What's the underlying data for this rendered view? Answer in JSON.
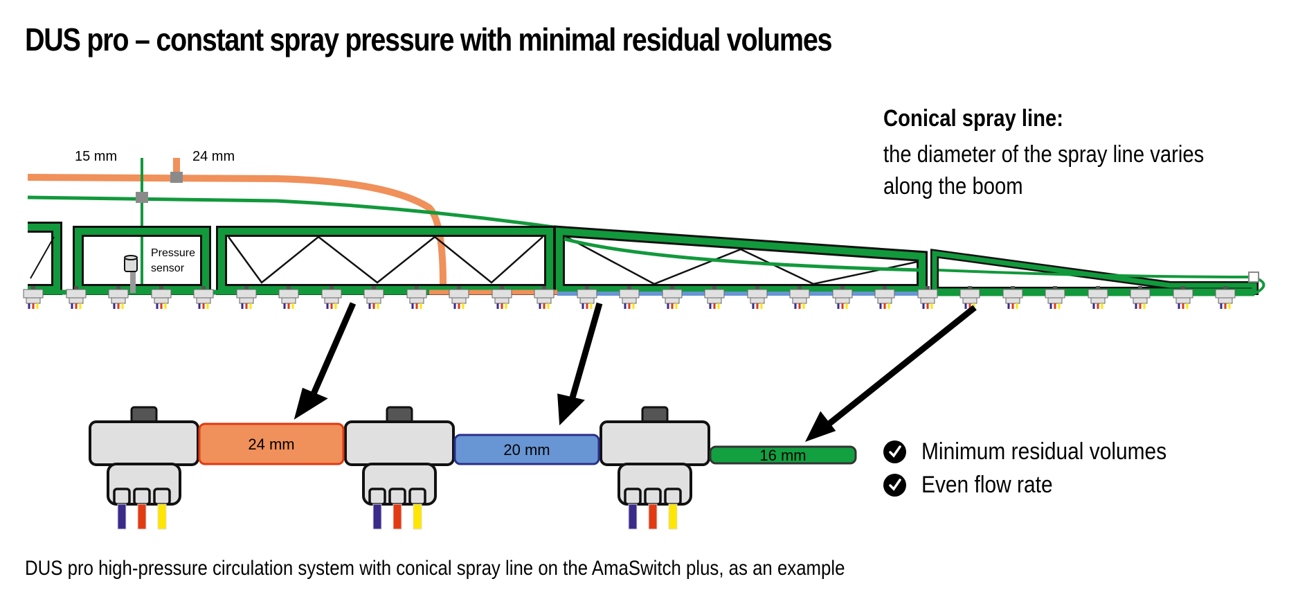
{
  "title": "DUS pro – constant spray pressure with minimal residual volumes",
  "caption": "DUS pro high-pressure circulation system with conical spray line on the AmaSwitch plus, as an example",
  "conical_note": {
    "heading": "Conical spray line:",
    "body": "the diameter of the spray line varies along the boom"
  },
  "labels": {
    "supply_line_left": "15 mm",
    "supply_line_right": "24 mm",
    "pressure_sensor": [
      "Pressure",
      "sensor"
    ]
  },
  "pipe_segments": [
    {
      "label": "24 mm",
      "diameter_mm": 24,
      "color": "#f0905a",
      "border": "#e03a10"
    },
    {
      "label": "20 mm",
      "diameter_mm": 20,
      "color": "#6896d4",
      "border": "#2b2f8a"
    },
    {
      "label": "16 mm",
      "diameter_mm": 16,
      "color": "#12a040",
      "border": "#333333"
    }
  ],
  "benefits": [
    {
      "icon": "check-circle-icon",
      "text": "Minimum residual volumes"
    },
    {
      "icon": "check-circle-icon",
      "text": "Even flow rate"
    }
  ],
  "colors": {
    "boom_green": "#12993c",
    "orange_line": "#f0905a",
    "blue_line": "#6896d4",
    "nozzle_gray": "#e0e0e0",
    "cable_purple": "#3a2a8a",
    "cable_red": "#e23a12",
    "cable_yellow": "#ffe600"
  }
}
